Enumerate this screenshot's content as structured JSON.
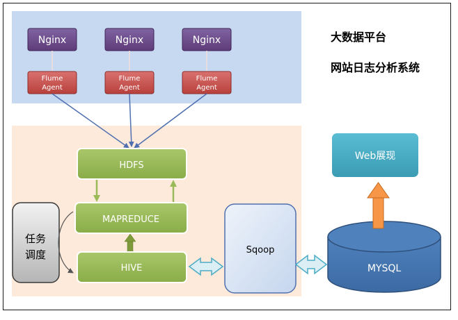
{
  "title": {
    "line1": "大数据平台",
    "line2": "网站日志分析系统"
  },
  "collectors": [
    {
      "nginx": "Nginx",
      "agent_line1": "Flume",
      "agent_line2": "Agent"
    },
    {
      "nginx": "Nginx",
      "agent_line1": "Flume",
      "agent_line2": "Agent"
    },
    {
      "nginx": "Nginx",
      "agent_line1": "Flume",
      "agent_line2": "Agent"
    }
  ],
  "nodes": {
    "hdfs": "HDFS",
    "mapreduce": "MAPREDUCE",
    "hive": "HIVE",
    "scheduler_line1": "任务",
    "scheduler_line2": "调度",
    "sqoop": "Sqoop",
    "mysql": "MYSQL",
    "web": "Web展现"
  },
  "colors": {
    "top_band": "#c6d9f1",
    "bottom_band": "#fdeada",
    "nginx": "#5f3b79",
    "flume": "#c0504d",
    "hadoop_green": "#9bbb59",
    "sqoop": "#dce6f2",
    "mysql": "#4f81bd",
    "web": "#4bacc6",
    "scheduler": "#d0d0d0",
    "arrow_blue": "#4f6fb0",
    "arrow_orange": "#f79646"
  }
}
